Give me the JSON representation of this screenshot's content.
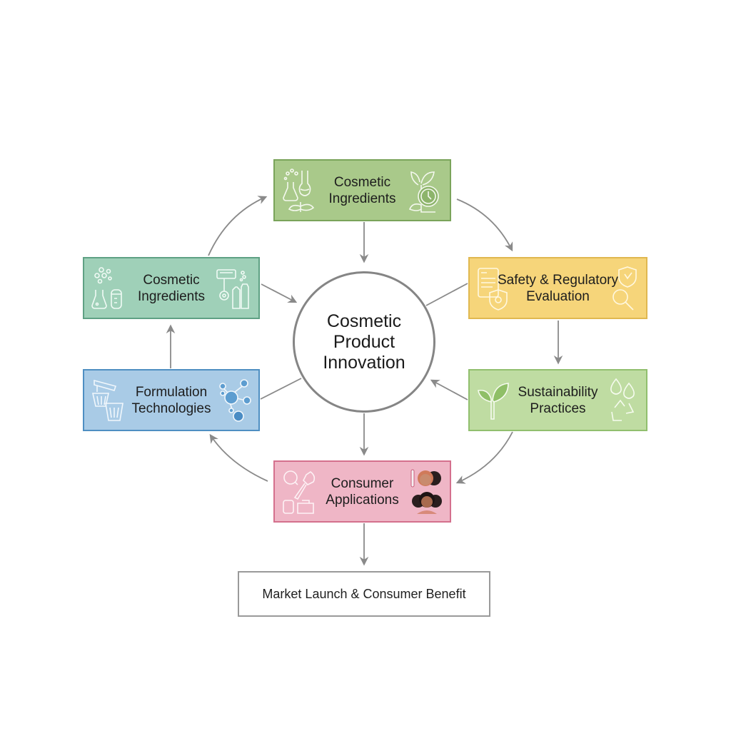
{
  "diagram": {
    "center": {
      "label": "Cosmetic\nProduct\nInnovation"
    },
    "nodes": [
      {
        "id": "top",
        "label": "Cosmetic\nIngredients",
        "fill": "#a9c98a",
        "border": "#7aa45a",
        "icons": [
          "flask-plant-icon",
          "plant-clock-icon"
        ]
      },
      {
        "id": "left1",
        "label": "Cosmetic\nIngredients",
        "fill": "#9fd0b8",
        "border": "#5fa184",
        "icons": [
          "molecule-beaker-icon",
          "razor-bottles-icon"
        ]
      },
      {
        "id": "right1",
        "label": "Safety & Regulatory\nEvaluation",
        "fill": "#f6d57a",
        "border": "#e0b850",
        "icons": [
          "document-shield-icon",
          "shield-magnifier-icon"
        ]
      },
      {
        "id": "right2",
        "label": "Sustainability\nPractices",
        "fill": "#bfdca2",
        "border": "#91bf6e",
        "icons": [
          "sprout-icon",
          "water-drops-recycle-icon"
        ]
      },
      {
        "id": "left2",
        "label": "Formulation\nTechnologies",
        "fill": "#a9cbe6",
        "border": "#4f8fc2",
        "icons": [
          "mixing-jars-icon",
          "molecule-icon"
        ]
      },
      {
        "id": "bottom",
        "label": "Consumer\nApplications",
        "fill": "#efb6c6",
        "border": "#d4708d",
        "icons": [
          "magnifier-brush-jars-icon",
          "consumer-faces-icon"
        ]
      }
    ],
    "final": {
      "label": "Market Launch & Consumer Benefit"
    },
    "edges": [
      {
        "from": "left1",
        "to": "top",
        "style": "curved-arrow"
      },
      {
        "from": "top",
        "to": "right1",
        "style": "curved-arrow"
      },
      {
        "from": "top",
        "to": "center",
        "style": "arrow"
      },
      {
        "from": "left1",
        "to": "center",
        "style": "arrow"
      },
      {
        "from": "right1",
        "to": "center",
        "style": "line"
      },
      {
        "from": "right1",
        "to": "right2",
        "style": "arrow"
      },
      {
        "from": "right2",
        "to": "center",
        "style": "arrow"
      },
      {
        "from": "right2",
        "to": "bottom",
        "style": "curved-arrow"
      },
      {
        "from": "center",
        "to": "left2",
        "style": "line"
      },
      {
        "from": "left2",
        "to": "left1",
        "style": "arrow"
      },
      {
        "from": "bottom",
        "to": "left2",
        "style": "curved-arrow"
      },
      {
        "from": "center",
        "to": "bottom",
        "style": "arrow"
      },
      {
        "from": "bottom",
        "to": "final",
        "style": "arrow"
      }
    ],
    "connector_color": "#8a8a8a"
  }
}
